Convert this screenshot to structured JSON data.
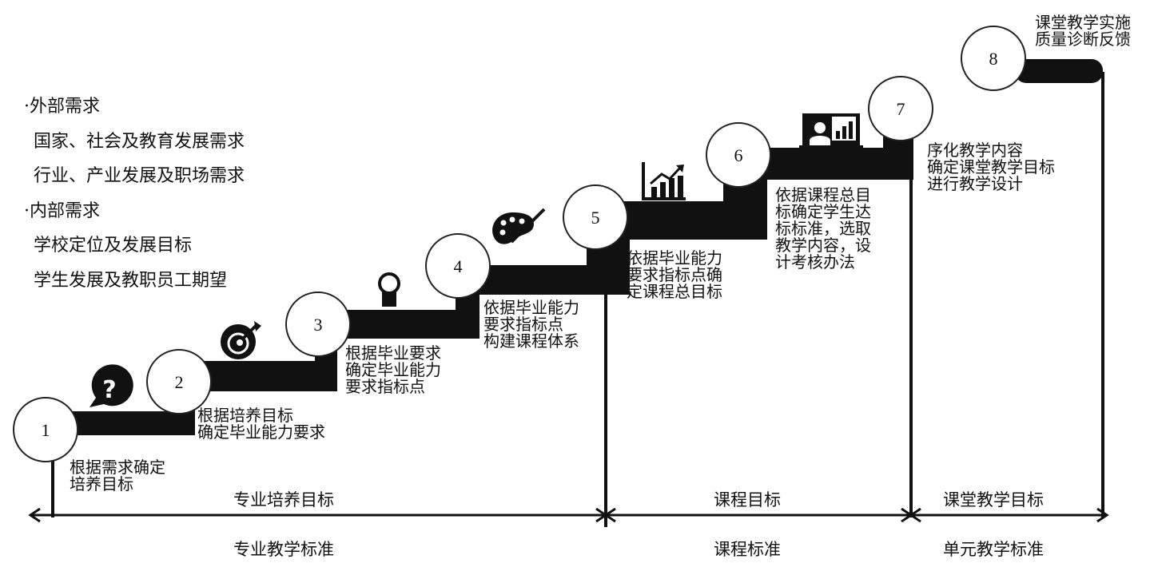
{
  "needs": {
    "external_heading": "·外部需求",
    "external_items": [
      "国家、社会及教育发展需求",
      "行业、产业发展及职场需求"
    ],
    "internal_heading": "·内部需求",
    "internal_items": [
      "学校定位及发展目标",
      "学生发展及教职员工期望"
    ]
  },
  "steps": [
    {
      "num": "1",
      "desc": [
        "根据需求确定",
        "培养目标"
      ]
    },
    {
      "num": "2",
      "desc": [
        "根据培养目标",
        "确定毕业能力要求"
      ]
    },
    {
      "num": "3",
      "desc": [
        "根据毕业要求",
        "确定毕业能力",
        "要求指标点"
      ]
    },
    {
      "num": "4",
      "desc": [
        "依据毕业能力",
        "要求指标点",
        "构建课程体系"
      ]
    },
    {
      "num": "5",
      "desc": [
        "依据毕业能力",
        "要求指标点确",
        "定课程总目标"
      ]
    },
    {
      "num": "6",
      "desc": [
        "依据课程总目",
        "标确定学生达",
        "标标准，选取",
        "教学内容，设",
        "计考核办法"
      ]
    },
    {
      "num": "7",
      "desc": [
        "序化教学内容",
        "确定课堂教学目标",
        "进行教学设计"
      ]
    },
    {
      "num": "8",
      "desc": [
        "课堂教学实施",
        "质量诊断反馈"
      ]
    }
  ],
  "icons": [
    "question-bubble-icon",
    "target-icon",
    "lightbulb-icon",
    "palette-icon",
    "growth-chart-icon",
    "presentation-icon"
  ],
  "bottom": {
    "goals": [
      "专业培养目标",
      "课程目标",
      "课堂教学目标"
    ],
    "standards": [
      "专业教学标准",
      "课程标准",
      "单元教学标准"
    ]
  }
}
